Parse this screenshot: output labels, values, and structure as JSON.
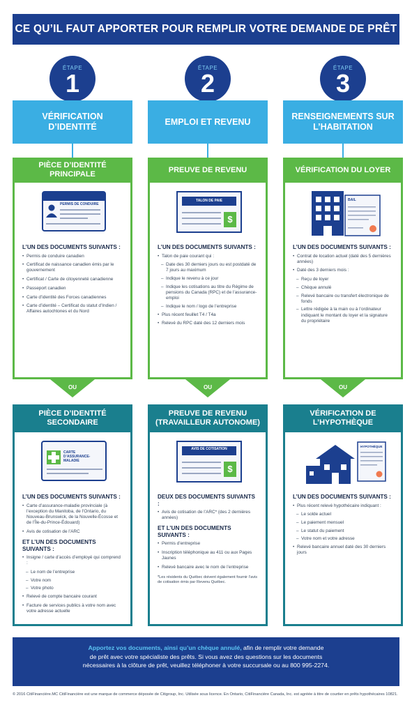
{
  "title": "CE QU’IL FAUT APPORTER POUR REMPLIR VOTRE DEMANDE DE PRÊT",
  "step_label": "ÉTAPE",
  "ou_label": "OU",
  "colors": {
    "navy": "#1c3f8f",
    "sky": "#3aaee3",
    "green": "#5cb947",
    "teal": "#1a7f8e"
  },
  "steps": [
    {
      "number": "1",
      "category": "VÉRIFICATION D’IDENTITÉ",
      "primary": {
        "title": "PIÈCE D’IDENTITÉ PRINCIPALE",
        "illustration": {
          "icon": "drivers-licence-icon",
          "caption": "PERMIS DE CONDUIRE"
        },
        "sections": [
          {
            "heading": "L’UN DES DOCUMENTS SUIVANTS :",
            "items": [
              {
                "text": "Permis de conduire canadien",
                "sub": false
              },
              {
                "text": "Certificat de naissance canadien émis par le gouvernement",
                "sub": false
              },
              {
                "text": "Certificat / Carte de citoyenneté canadienne",
                "sub": false
              },
              {
                "text": "Passeport canadien",
                "sub": false
              },
              {
                "text": "Carte d’identité des Forces canadiennes",
                "sub": false
              },
              {
                "text": "Carte d’identité – Certificat du statut d’Indien / Affaires autochtones et du Nord",
                "sub": false
              }
            ]
          }
        ]
      },
      "secondary": {
        "title": "PIÈCE D’IDENTITÉ SECONDAIRE",
        "illustration": {
          "icon": "health-card-icon",
          "caption": "CARTE D’ASSURANCE-MALADIE"
        },
        "sections": [
          {
            "heading": "L’UN DES DOCUMENTS SUIVANTS :",
            "items": [
              {
                "text": "Carte d’assurance-maladie provinciale (à l’exception du Manitoba, de l’Ontario, du Nouveau-Brunswick, de la Nouvelle-Écosse et de l’Île-du-Prince-Édouard)",
                "sub": false
              },
              {
                "text": "Avis de cotisation de l’ARC",
                "sub": false
              }
            ]
          },
          {
            "heading": "ET L’UN DES DOCUMENTS SUIVANTS :",
            "items": [
              {
                "text": "Insigne / carte d’accès d’employé qui comprend :",
                "sub": false
              },
              {
                "text": "Le nom de l’entreprise",
                "sub": true
              },
              {
                "text": "Votre nom",
                "sub": true
              },
              {
                "text": "Votre photo",
                "sub": true
              },
              {
                "text": "Relevé de compte bancaire courant",
                "sub": false
              },
              {
                "text": "Facture de services publics à votre nom avec votre adresse actuelle",
                "sub": false
              }
            ]
          }
        ],
        "note": ""
      }
    },
    {
      "number": "2",
      "category": "EMPLOI ET REVENU",
      "primary": {
        "title": "PREUVE DE REVENU",
        "illustration": {
          "icon": "pay-stub-icon",
          "caption": "TALON DE PAIE"
        },
        "sections": [
          {
            "heading": "L’UN DES DOCUMENTS SUIVANTS :",
            "items": [
              {
                "text": "Talon de paie courant qui :",
                "sub": false
              },
              {
                "text": "Date des 30 derniers jours ou est postdaté de 7 jours au maximum",
                "sub": true
              },
              {
                "text": "Indique le revenu à ce jour",
                "sub": true
              },
              {
                "text": "Indique les cotisations au titre du Régime de pensions du Canada (RPC) et de l’assurance-emploi",
                "sub": true
              },
              {
                "text": "Indique le nom / logo de l’entreprise",
                "sub": true
              },
              {
                "text": "Plus récent feuillet T4 / T4a",
                "sub": false
              },
              {
                "text": "Relevé du RPC daté des 12 derniers mois",
                "sub": false
              }
            ]
          }
        ]
      },
      "secondary": {
        "title": "PREUVE DE REVENU (TRAVAILLEUR AUTONOME)",
        "illustration": {
          "icon": "tax-assessment-icon",
          "caption": "AVIS DE COTISATION"
        },
        "sections": [
          {
            "heading": "DEUX DES DOCUMENTS SUIVANTS :",
            "items": [
              {
                "text": "Avis de cotisation de l’ARC* (des 2 dernières années)",
                "sub": false
              }
            ]
          },
          {
            "heading": "ET L’UN DES DOCUMENTS SUIVANTS :",
            "items": [
              {
                "text": "Permis d’entreprise",
                "sub": false
              },
              {
                "text": "Inscription téléphonique au 411 ou aux Pages Jaunes",
                "sub": false
              },
              {
                "text": "Relevé bancaire avec le nom de l’entreprise",
                "sub": false
              }
            ]
          }
        ],
        "note": "*Les résidents du Québec doivent également fournir l’avis de cotisation émis par Revenu Québec."
      }
    },
    {
      "number": "3",
      "category": "RENSEIGNEMENTS SUR L’HABITATION",
      "primary": {
        "title": "VÉRIFICATION DU LOYER",
        "illustration": {
          "icon": "apartment-lease-icon",
          "caption": "BAIL"
        },
        "sections": [
          {
            "heading": "L’UN DES DOCUMENTS SUIVANTS :",
            "items": [
              {
                "text": "Contrat de location actuel (daté des 5 dernières années)",
                "sub": false
              },
              {
                "text": "Daté des 3 derniers mois :",
                "sub": false
              },
              {
                "text": "Reçu de loyer",
                "sub": true
              },
              {
                "text": "Chèque annulé",
                "sub": true
              },
              {
                "text": "Relevé bancaire ou transfert électronique de fonds",
                "sub": true
              },
              {
                "text": "Lettre rédigée à la main ou à l’ordinateur indiquant le montant du loyer et la signature du propriétaire",
                "sub": true
              }
            ]
          }
        ]
      },
      "secondary": {
        "title": "VÉRIFICATION DE L’HYPOTHÈQUE",
        "illustration": {
          "icon": "house-mortgage-icon",
          "caption": "HYPOTHÈQUE"
        },
        "sections": [
          {
            "heading": "L’UN DES DOCUMENTS SUIVANTS :",
            "items": [
              {
                "text": "Plus récent relevé hypothécaire indiquant :",
                "sub": false
              },
              {
                "text": "Le solde actuel",
                "sub": true
              },
              {
                "text": "Le paiement mensuel",
                "sub": true
              },
              {
                "text": "Le statut du paiement",
                "sub": true
              },
              {
                "text": "Votre nom et votre adresse",
                "sub": true
              },
              {
                "text": "Relevé bancaire annuel daté des 30 derniers jours",
                "sub": false
              }
            ]
          }
        ],
        "note": ""
      }
    }
  ],
  "footer": {
    "highlight": "Apportez vos documents, ainsi qu’un chèque annulé,",
    "line1_rest": " afin de remplir votre demande",
    "line2": "de prêt avec votre spécialiste des prêts. Si vous avez des questions sur les documents",
    "line3": "nécessaires à la clôture de prêt, veuillez téléphoner à votre succursale ou au 800 995-2274."
  },
  "legal": "© 2016 CitiFinancière.MC CitiFinancière est une marque de commerce déposée de Citigroup, Inc. Utilisée sous licence. En Ontario, CitiFinancière Canada, Inc. est agréée à titre de courtier en prêts hypothécaires 10821."
}
